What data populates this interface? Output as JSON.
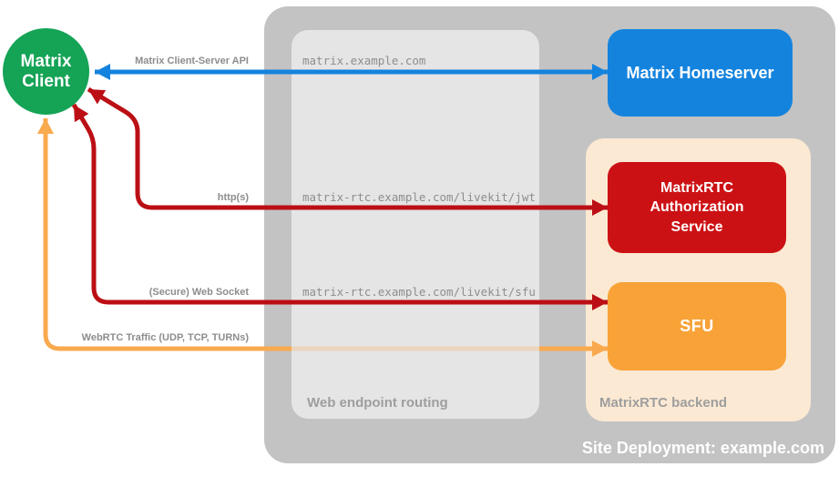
{
  "diagram": {
    "site_label": "Site Deployment: example.com",
    "client": {
      "line1": "Matrix",
      "line2": "Client"
    },
    "homeserver_label": "Matrix Homeserver",
    "auth_label": "MatrixRTC Authorization Service",
    "sfu_label": "SFU",
    "routing_label": "Web endpoint routing",
    "backend_label": "MatrixRTC backend"
  },
  "connections": [
    {
      "id": "client-server-api",
      "label": "Matrix Client-Server API",
      "endpoint": "matrix.example.com",
      "color": "#1483de",
      "style": "double-arrow"
    },
    {
      "id": "https",
      "label": "http(s)",
      "endpoint": "matrix-rtc.example.com/livekit/jwt",
      "color": "#bb0f15",
      "style": "double-arrow"
    },
    {
      "id": "secure-websocket",
      "label": "(Secure) Web Socket",
      "endpoint": "matrix-rtc.example.com/livekit/sfu",
      "color": "#bb0f15",
      "style": "double-arrow"
    },
    {
      "id": "webrtc-traffic",
      "label": "WebRTC Traffic (UDP, TCP, TURNs)",
      "endpoint": "",
      "color": "#f9a94e",
      "style": "double-arrow"
    }
  ],
  "colors": {
    "client_green": "#15a356",
    "homeserver_blue": "#1483de",
    "auth_red": "#cc1114",
    "arrow_red": "#bb0f15",
    "sfu_orange": "#f8a238",
    "arrow_orange": "#f9a94e",
    "backend_peach": "#fbe9d3",
    "outer_gray": "#c3c3c3",
    "routing_gray": "#e5e5e5",
    "label_gray": "#8d8d8d",
    "section_gray": "#9e9e9e"
  }
}
